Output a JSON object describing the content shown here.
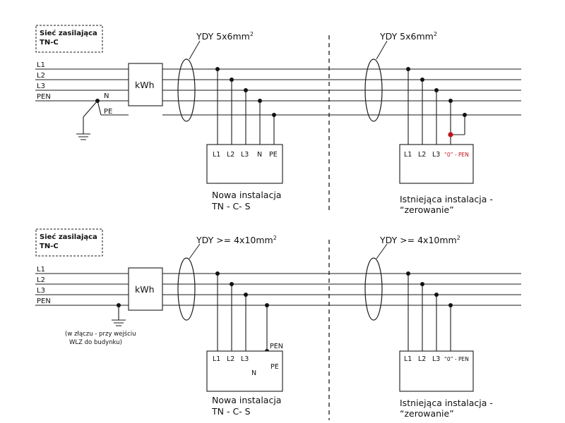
{
  "net_label": {
    "line1": "Sieć zasilająca",
    "line2": "TN-C"
  },
  "conductors_top": [
    "L1",
    "L2",
    "L3",
    "PEN"
  ],
  "conductors_bottom": [
    "L1",
    "L2",
    "L3",
    "PEN"
  ],
  "meter_label": "kWh",
  "top": {
    "cable_left": "YDY 5x6mm",
    "cable_right": "YDY 5x6mm",
    "sup": "2",
    "split_n": "N",
    "split_pe": "PE",
    "new_terminals": [
      "L1",
      "L2",
      "L3",
      "N",
      "PE"
    ],
    "old_terminals": [
      "L1",
      "L2",
      "L3"
    ],
    "old_pen_terminal": "“0” - PEN",
    "new_caption": {
      "line1": "Nowa instalacja",
      "line2": "TN - C- S"
    },
    "old_caption": {
      "line1": "Istniejąca instalacja -",
      "line2": "“zerowanie”"
    }
  },
  "bottom": {
    "cable_left": "YDY >= 4x10mm",
    "cable_right": "YDY >= 4x10mm",
    "sup": "2",
    "ground_note": {
      "line1": "(w złączu - przy wejściu",
      "line2": "WLZ do budynku)"
    },
    "new_terminals": [
      "L1",
      "L2",
      "L3"
    ],
    "new_pen": "PEN",
    "new_n": "N",
    "new_pe": "PE",
    "old_terminals": [
      "L1",
      "L2",
      "L3"
    ],
    "old_pen_terminal": "“0” - PEN",
    "new_caption": {
      "line1": "Nowa instalacja",
      "line2": "TN - C- S"
    },
    "old_caption": {
      "line1": "Istniejąca instalacja -",
      "line2": "“zerowanie”"
    }
  },
  "colors": {
    "line": "#1a1a1a",
    "highlight": "#c0141c"
  }
}
